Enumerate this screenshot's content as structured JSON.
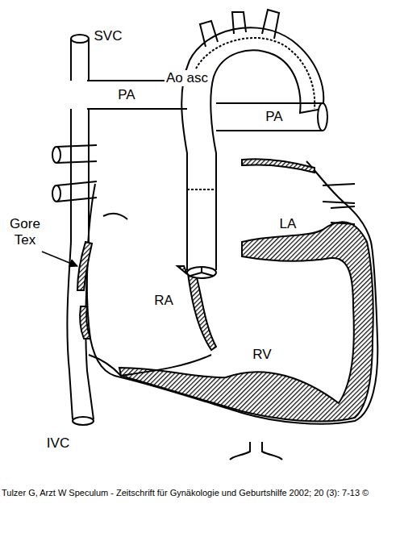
{
  "diagram": {
    "caption": "Tulzer G, Arzt W Speculum - Zeitschrift für Gynäkologie und Geburtshilfe 2002; 20 (3): 7-13 ©",
    "labels": [
      "SVC",
      "PA",
      "Ao asc",
      "PA",
      "LA",
      "Gore Tex",
      "RA",
      "RV",
      "IVC"
    ]
  }
}
